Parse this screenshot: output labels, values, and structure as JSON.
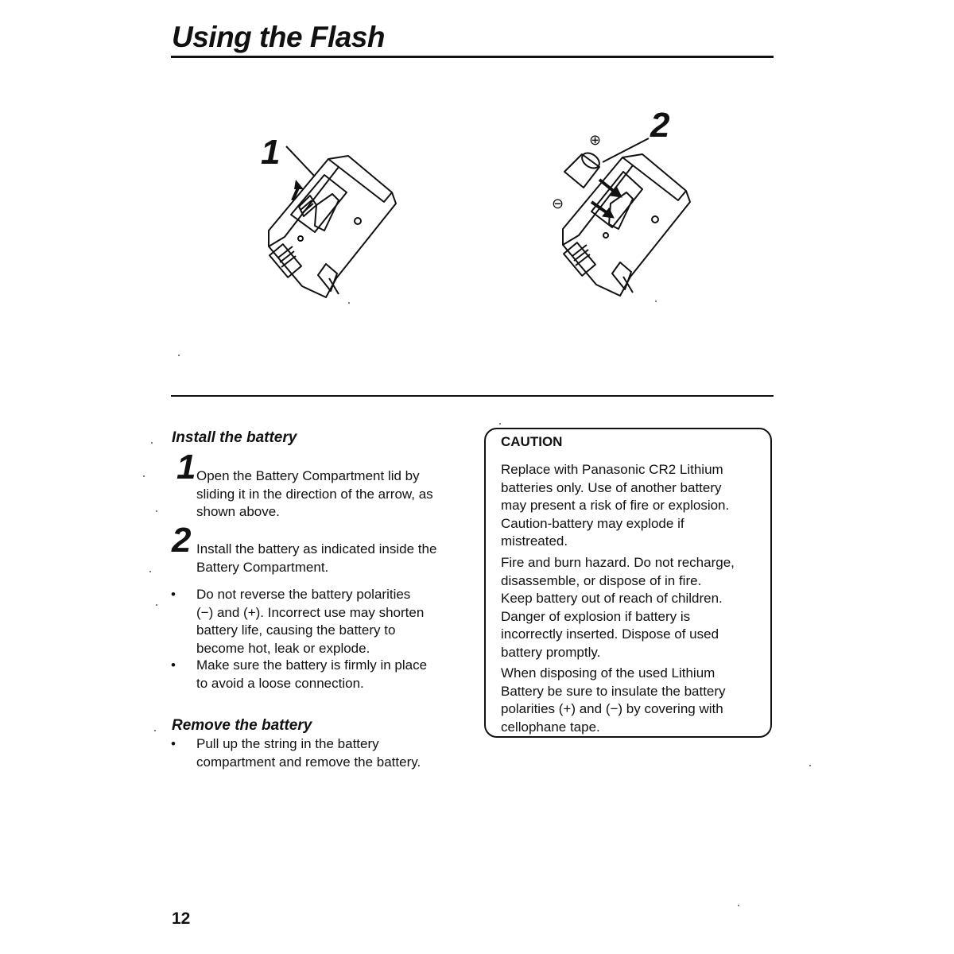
{
  "page": {
    "title": "Using the Flash",
    "page_number": "12"
  },
  "figures": {
    "fig1_label": "1",
    "fig2_label": "2",
    "plus_sign": "⊕",
    "minus_sign": "⊖"
  },
  "install": {
    "heading": "Install the battery",
    "step1_num": "1",
    "step1_lines": [
      "Open the Battery Compartment lid by",
      "sliding it in the direction of the arrow, as",
      "shown above."
    ],
    "step2_num": "2",
    "step2_lines": [
      "Install the battery as indicated inside the",
      "Battery Compartment."
    ],
    "bullets": [
      {
        "dot": "•",
        "lines": [
          "Do not reverse the battery polarities",
          "(−) and (+). Incorrect use may shorten",
          "battery life, causing the battery to",
          "become hot, leak or explode."
        ]
      },
      {
        "dot": "•",
        "lines": [
          "Make sure the battery is firmly in place",
          "to avoid a loose connection."
        ]
      }
    ]
  },
  "remove": {
    "heading": "Remove the battery",
    "bullet": {
      "dot": "•",
      "lines": [
        "Pull up the string in the battery",
        "compartment and remove the battery."
      ]
    }
  },
  "caution": {
    "title": "CAUTION",
    "paragraphs": [
      [
        "Replace with Panasonic CR2 Lithium",
        "batteries only. Use of another battery",
        "may present a risk of fire or explosion.",
        "Caution-battery may explode if",
        "mistreated."
      ],
      [
        "Fire and burn hazard. Do not recharge,",
        "disassemble, or dispose of in fire.",
        "Keep battery out of reach of children.",
        "Danger of explosion if battery is",
        "incorrectly inserted. Dispose of used",
        "battery promptly."
      ],
      [
        "When disposing of the used Lithium",
        "Battery be sure to insulate the battery",
        "polarities (+) and (−) by covering with",
        "cellophane tape."
      ]
    ]
  }
}
